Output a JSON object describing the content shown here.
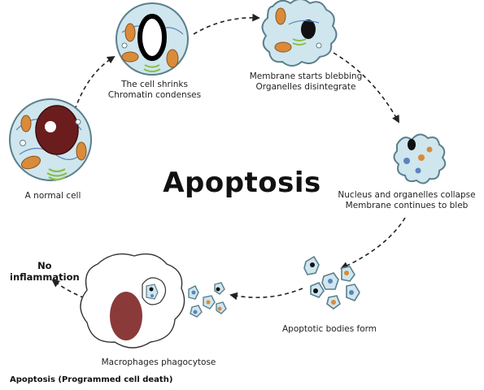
{
  "title": "Apoptosis",
  "stages": [
    {
      "line1": "A normal cell",
      "line2": ""
    },
    {
      "line1": "The cell shrinks",
      "line2": "Chromatin condenses"
    },
    {
      "line1": "Membrane starts blebbing",
      "line2": "Organelles disintegrate"
    },
    {
      "line1": "Nucleus and organelles collapse",
      "line2": "Membrane continues to bleb"
    },
    {
      "line1": "Apoptotic bodies form",
      "line2": ""
    },
    {
      "line1": "Macrophages phagocytose",
      "line2": ""
    }
  ],
  "outcome": {
    "line1": "No",
    "line2": "inflammation"
  },
  "caption": "Apoptosis (Programmed cell death)",
  "colors": {
    "cytoplasm": "#cfe6ee",
    "membrane": "#5a7f8c",
    "mitochondria": "#d98b3a",
    "nucleus": "#6b1d1d",
    "golgi": "#8bbf4a",
    "er": "#5a84c0",
    "macrophage_nucleus": "#8b3a3a"
  },
  "icons": [
    "dashed-cycle-arrow",
    "mitochondrion-icon",
    "nucleus-icon",
    "golgi-icon",
    "vesicle-icon"
  ]
}
